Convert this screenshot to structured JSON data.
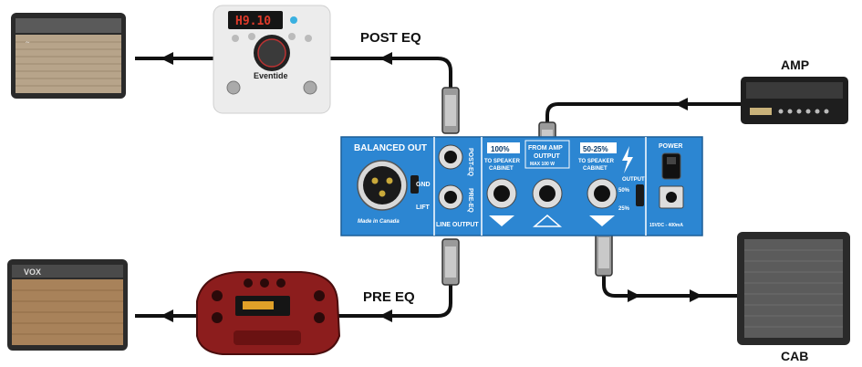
{
  "labels": {
    "post_eq": "POST EQ",
    "pre_eq": "PRE EQ",
    "amp": "AMP",
    "cab": "CAB"
  },
  "panel": {
    "balanced_out": "BALANCED OUT",
    "gnd": "GND",
    "lift": "LIFT",
    "made_in": "Made in Canada",
    "post_eq_jack": "POST-EQ",
    "pre_eq_jack": "PRE-EQ",
    "line_output": "LINE OUTPUT",
    "from_amp_1": "FROM AMP",
    "from_amp_2": "OUTPUT",
    "from_amp_3": "MAX 100 W",
    "pct_100": "100%",
    "to_speaker_1a": "TO SPEAKER",
    "to_speaker_1b": "CABINET",
    "pct_range": "50-25%",
    "to_speaker_2a": "TO SPEAKER",
    "to_speaker_2b": "CABINET",
    "output": "OUTPUT",
    "pct_50": "50%",
    "pct_25": "25%",
    "power": "POWER",
    "power_spec": "15VDC - 400mA"
  },
  "devices": {
    "eventide_display": "H9.10",
    "eventide_brand": "Eventide",
    "vox_brand": "VOX"
  },
  "colors": {
    "panel_blue": "#2c86d2",
    "cable": "#111111"
  }
}
